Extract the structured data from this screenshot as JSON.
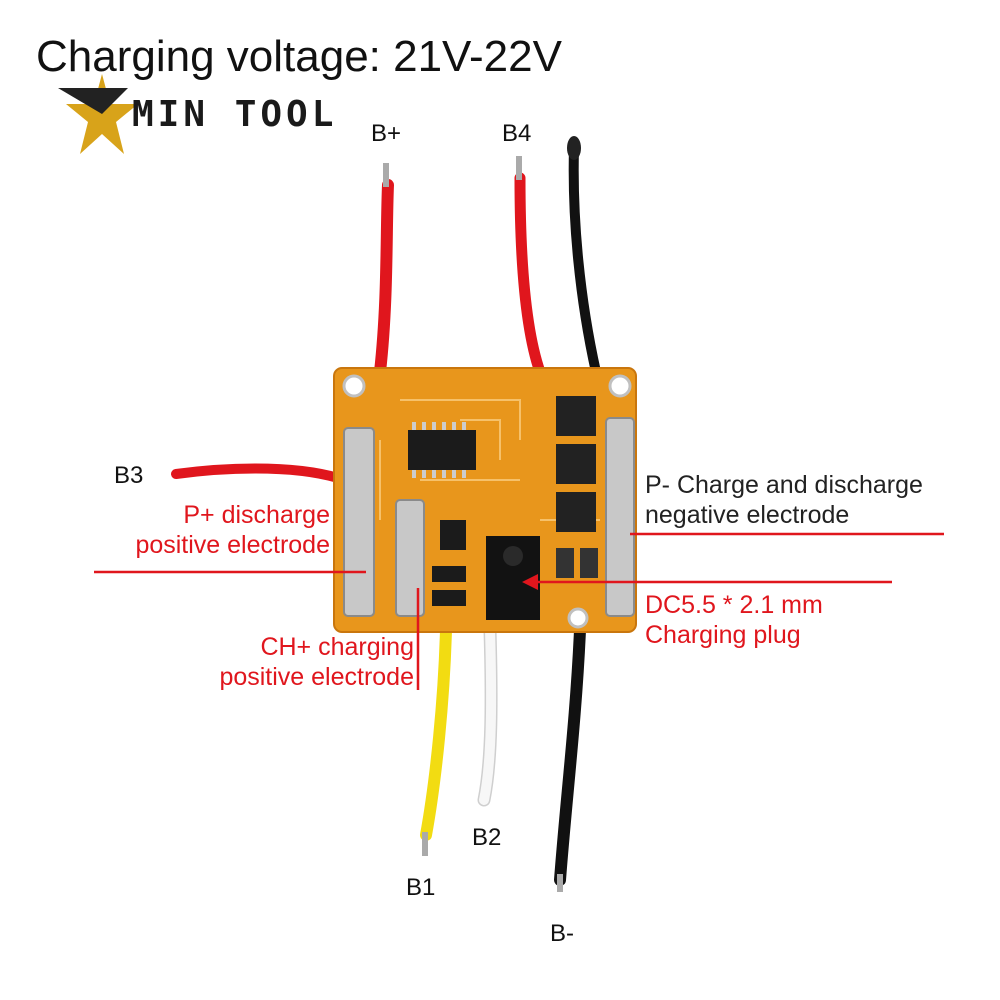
{
  "headline": "Charging voltage: 21V-22V",
  "logo": {
    "text": "MIN TOOL",
    "brand_color": "#d8a31a"
  },
  "wires": {
    "b_plus": "B+",
    "b4": "B4",
    "b3": "B3",
    "b2": "B2",
    "b1": "B1",
    "b_minus": "B-"
  },
  "callouts": {
    "p_plus": {
      "line1": "P+ discharge",
      "line2": "positive electrode"
    },
    "ch_plus": {
      "line1": "CH+ charging",
      "line2": "positive electrode"
    },
    "p_minus": {
      "line1": "P- Charge and discharge",
      "line2": "negative electrode"
    },
    "dc_plug": {
      "line1": "DC5.5 * 2.1 mm",
      "line2": "Charging plug"
    }
  },
  "colors": {
    "pcb": "#e8961c",
    "red_wire": "#e0161d",
    "black_wire": "#111111",
    "yellow_wire": "#f2dc12",
    "white_wire": "#f2f2f2",
    "annotation_red": "#e0161d"
  }
}
